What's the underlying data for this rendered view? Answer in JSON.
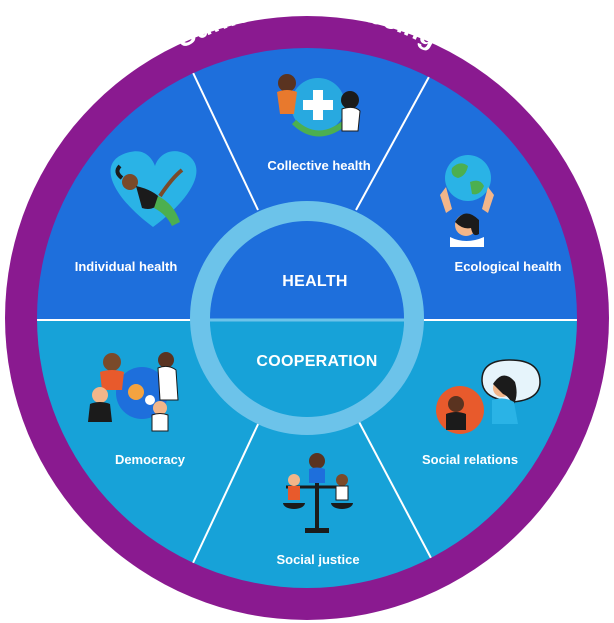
{
  "title": "Sufficient well being",
  "core": {
    "top": "HEALTH",
    "bottom": "COOPERATION"
  },
  "segments": [
    {
      "label": "Collective health",
      "group": "health",
      "icon": "collective-health-icon"
    },
    {
      "label": "Individual health",
      "group": "health",
      "icon": "individual-health-icon"
    },
    {
      "label": "Ecological health",
      "group": "health",
      "icon": "ecological-health-icon"
    },
    {
      "label": "Democracy",
      "group": "cooperation",
      "icon": "democracy-icon"
    },
    {
      "label": "Social justice",
      "group": "cooperation",
      "icon": "social-justice-icon"
    },
    {
      "label": "Social relations",
      "group": "cooperation",
      "icon": "social-relations-icon"
    }
  ],
  "colors": {
    "outer_ring": "#8a1a90",
    "health": "#1e6fdc",
    "cooperation": "#17a2d8",
    "divider": "#ffffff",
    "core_ring": "#6cc3ea"
  }
}
